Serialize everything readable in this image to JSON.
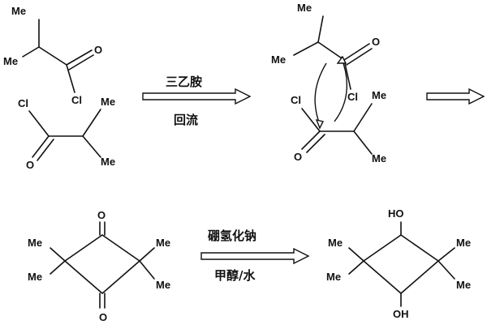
{
  "colors": {
    "ink": "#111111",
    "background": "#ffffff"
  },
  "atom_labels": {
    "me": "Me",
    "cl": "Cl",
    "o": "O",
    "ho": "HO",
    "oh": "OH"
  },
  "step1": {
    "reagent_top": "三乙胺",
    "reagent_bottom": "回流"
  },
  "step2": {
    "reagent_top": "硼氢化钠",
    "reagent_bottom": "甲醇/水"
  }
}
